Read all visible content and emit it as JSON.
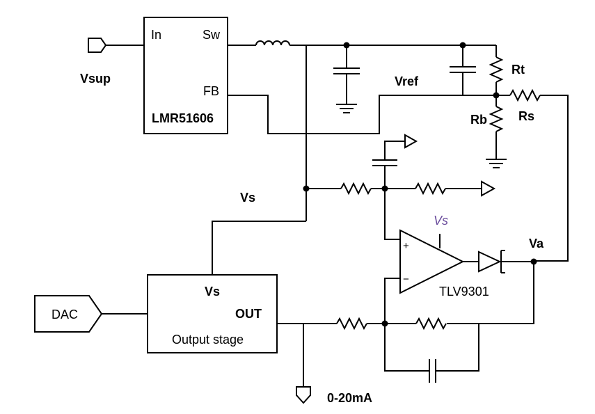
{
  "ports": {
    "vsup": "Vsup",
    "dac": "DAC",
    "output_current": "0-20mA"
  },
  "regulator": {
    "pin_in": "In",
    "pin_sw": "Sw",
    "pin_fb": "FB",
    "part": "LMR51606"
  },
  "feedback_network": {
    "vref": "Vref",
    "rt": "Rt",
    "rb": "Rb",
    "rs": "Rs"
  },
  "nets": {
    "vs": "Vs",
    "va": "Va"
  },
  "opamp": {
    "plus": "+",
    "minus": "−",
    "supply": "Vs",
    "part": "TLV9301"
  },
  "output_stage": {
    "supply": "Vs",
    "out": "OUT",
    "name": "Output stage"
  },
  "colors": {
    "wire": "#000000",
    "supply_label": "#6a4c9c"
  }
}
